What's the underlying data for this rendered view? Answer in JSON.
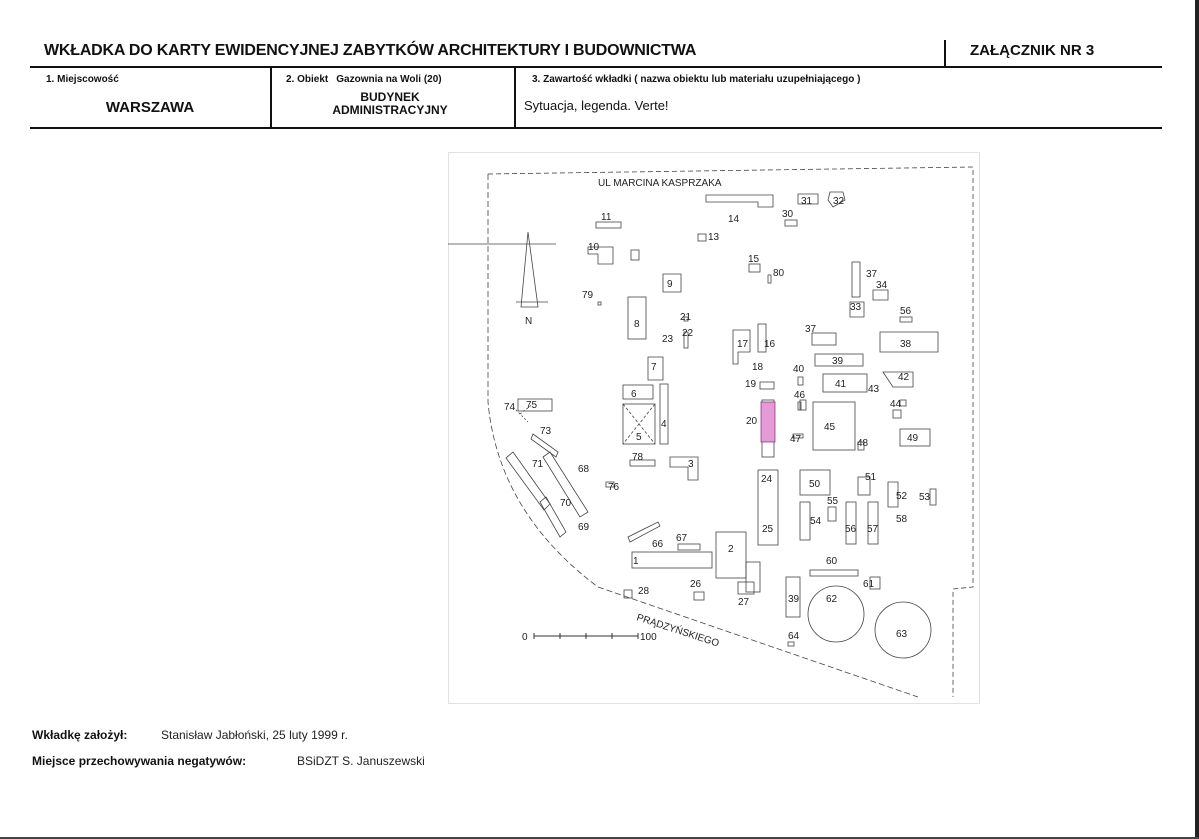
{
  "header": {
    "title": "WKŁADKA DO KARTY EWIDENCYJNEJ ZABYTKÓW ARCHITEKTURY I BUDOWNICTWA",
    "annex": "ZAŁĄCZNIK NR 3"
  },
  "fields": {
    "place_label": "1. Miejscowość",
    "place_value": "WARSZAWA",
    "object_label": "2. Obiekt",
    "object_sub": "Gazownia na Woli (20)",
    "object_value_line1": "BUDYNEK",
    "object_value_line2": "ADMINISTRACYJNY",
    "content_label": "3. Zawartość wkładki ( nazwa obiektu lub materiału uzupełniającego )",
    "content_value": "Sytuacja, legenda. Verte!"
  },
  "map": {
    "street_top": "UL MARCINA KASPRZAKA",
    "street_bottom": "PRĄDZYŃSKIEGO",
    "north": "N",
    "scale_start": "0",
    "scale_end": "100",
    "highlight_color": "#e59ad8",
    "buildings": [
      "1",
      "2",
      "3",
      "4",
      "5",
      "6",
      "7",
      "8",
      "9",
      "10",
      "11",
      "13",
      "14",
      "15",
      "16",
      "17",
      "18",
      "19",
      "20",
      "21",
      "22",
      "23",
      "24",
      "25",
      "26",
      "27",
      "28",
      "30",
      "31",
      "32",
      "33",
      "34",
      "37",
      "37",
      "38",
      "39",
      "39",
      "40",
      "41",
      "42",
      "43",
      "44",
      "45",
      "46",
      "47",
      "48",
      "49",
      "50",
      "51",
      "52",
      "53",
      "54",
      "55",
      "56",
      "56",
      "57",
      "58",
      "60",
      "61",
      "62",
      "63",
      "64",
      "66",
      "67",
      "68",
      "69",
      "70",
      "71",
      "73",
      "74",
      "75",
      "76",
      "78",
      "79",
      "80"
    ]
  },
  "footer": {
    "author_label": "Wkładkę założył:",
    "author_value": "Stanisław Jabłoński, 25 luty 1999 r.",
    "storage_label": "Miejsce przechowywania negatywów:",
    "storage_value": "BSiDZT S. Januszewski"
  }
}
